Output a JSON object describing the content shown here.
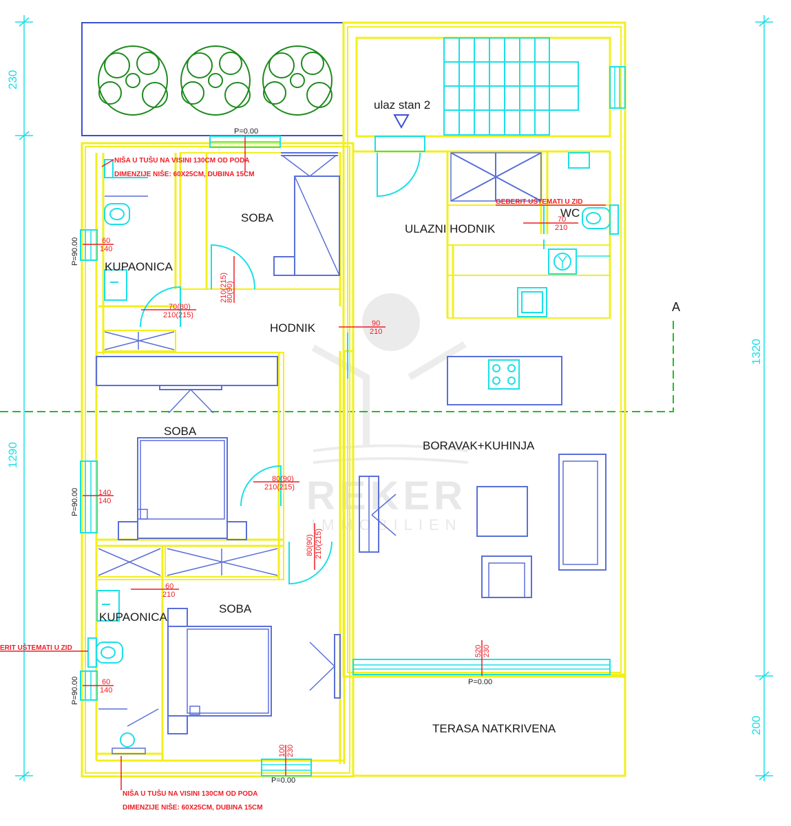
{
  "rooms": {
    "soba_top": "SOBA",
    "kupaonica_top": "KUPAONICA",
    "ulazni_hodnik": "ULAZNI HODNIK",
    "wc": "WC",
    "hodnik": "HODNIK",
    "soba_mid": "SOBA",
    "boravak": "BORAVAK+KUHINJA",
    "kupaonica_bottom": "KUPAONICA",
    "soba_bottom": "SOBA",
    "terasa": "TERASA NATKRIVENA",
    "ulaz": "ulaz stan 2"
  },
  "levels": {
    "top": "P=0.00",
    "terrace": "P=0.00",
    "bottom": "P=0.00",
    "win1": "P=90.00",
    "win2": "P=90.00",
    "win3": "P=90.00"
  },
  "dimensions": {
    "left_230": "230",
    "left_1290": "1290",
    "right_1320": "1320",
    "right_200": "200"
  },
  "section_label": "A",
  "openings": {
    "win_kup_top_a": "60",
    "win_kup_top_b": "140",
    "door_kup_top_a": "70(80)",
    "door_kup_top_b": "210(215)",
    "door_soba_top_a": "80(90)",
    "door_soba_top_b": "210(215)",
    "hodnik_a": "90",
    "hodnik_b": "210",
    "wc_a": "70",
    "wc_b": "210",
    "win_soba_mid_a": "140",
    "win_soba_mid_b": "140",
    "door_soba_mid_a": "80(90)",
    "door_soba_mid_b": "210(215)",
    "door_bottom_a": "80(90)",
    "door_bottom_b": "210(215)",
    "kup_bottom_a": "60",
    "kup_bottom_b": "210",
    "win_kup_bottom_a": "60",
    "win_kup_bottom_b": "140",
    "terrace_a": "520",
    "terrace_b": "230",
    "bottom_win_a": "100",
    "bottom_win_b": "230"
  },
  "notes": {
    "nisa_top_1": "NIŠA U TUŠU NA VISINI 130CM OD PODA",
    "nisa_top_2": "DIMENZIJE NIŠE: 60X25CM, DUBINA 15CM",
    "geberit_top": "GEBERIT UŠTEMATI U ZID",
    "geberit_left": "ERIT UŠTEMATI U ZID",
    "nisa_bottom_1": "NIŠA U TUŠU NA VISINI 130CM OD PODA",
    "nisa_bottom_2": "DIMENZIJE NIŠE: 60X25CM, DUBINA 15CM"
  },
  "watermark": {
    "line1": "REKER",
    "line2": "IMMOBILIEN"
  },
  "colors": {
    "walls": "#f2ef1c",
    "openings": "#19e0e8",
    "furniture": "#5a6fd8",
    "annotations": "#ee1c24",
    "section_line": "#1fbf1f",
    "plants": "#1d8a1d"
  }
}
